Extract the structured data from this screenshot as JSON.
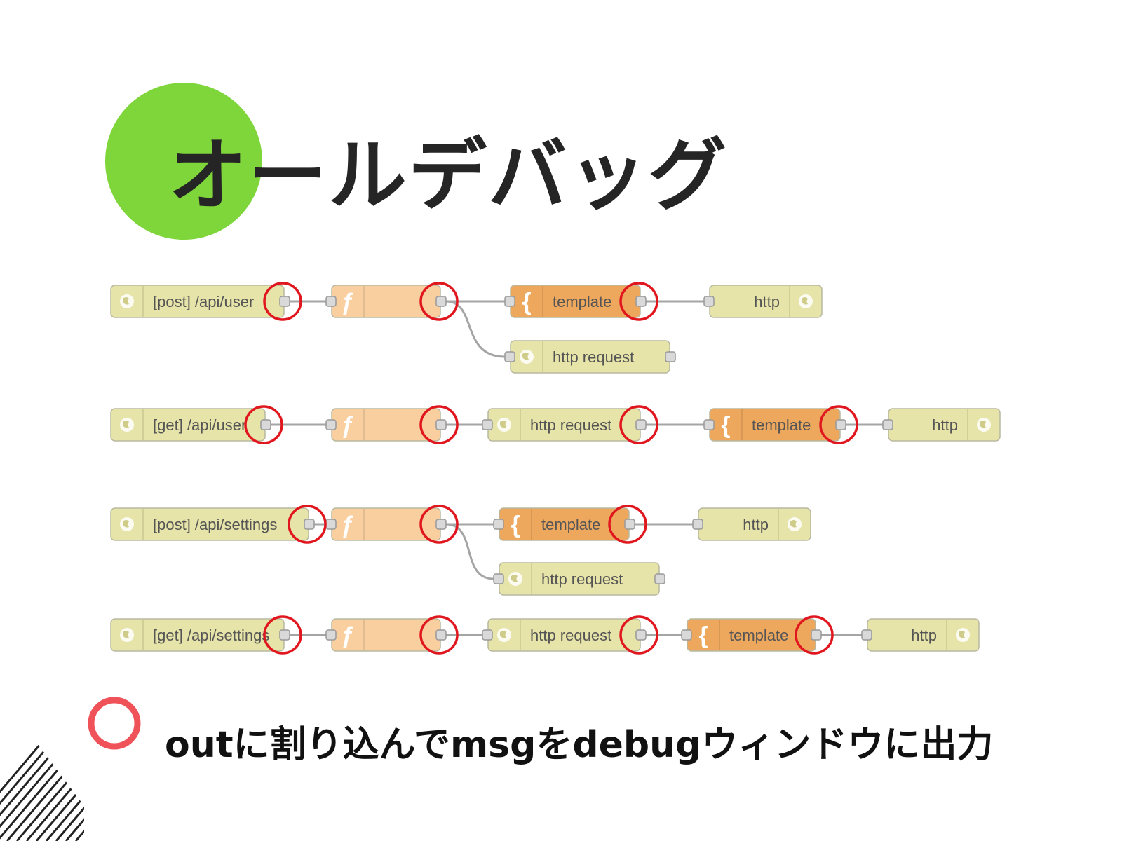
{
  "title": "オールデバッグ",
  "caption": "outに割り込んでmsgをdebugウィンドウに出力",
  "colors": {
    "accent_circle": "#7ed63a",
    "marker_red": "#e0171e",
    "legend_circle": "#f0525a",
    "node_http": "#e6e4a8",
    "node_function": "#f9cfa0",
    "node_template": "#eda85e",
    "port": "#d9d9d9",
    "wire": "#a5a5a5"
  },
  "flows": [
    {
      "name": "post-user-flow",
      "nodes": [
        {
          "id": "in",
          "type": "http-in",
          "label": "[post] /api/user"
        },
        {
          "id": "fn",
          "type": "function",
          "label": "",
          "icon": "ƒ"
        },
        {
          "id": "tpl",
          "type": "template",
          "label": "template",
          "icon": "{"
        },
        {
          "id": "out",
          "type": "http-response",
          "label": "http"
        },
        {
          "id": "req",
          "type": "http-request",
          "label": "http request"
        }
      ],
      "wires": [
        [
          "in",
          "fn"
        ],
        [
          "fn",
          "tpl"
        ],
        [
          "fn",
          "req"
        ],
        [
          "tpl",
          "out"
        ]
      ],
      "debug_markers": [
        "in",
        "fn",
        "tpl"
      ]
    },
    {
      "name": "get-user-flow",
      "nodes": [
        {
          "id": "in",
          "type": "http-in",
          "label": "[get] /api/user"
        },
        {
          "id": "fn",
          "type": "function",
          "label": "",
          "icon": "ƒ"
        },
        {
          "id": "req",
          "type": "http-request",
          "label": "http request"
        },
        {
          "id": "tpl",
          "type": "template",
          "label": "template",
          "icon": "{"
        },
        {
          "id": "out",
          "type": "http-response",
          "label": "http"
        }
      ],
      "wires": [
        [
          "in",
          "fn"
        ],
        [
          "fn",
          "req"
        ],
        [
          "req",
          "tpl"
        ],
        [
          "tpl",
          "out"
        ]
      ],
      "debug_markers": [
        "in",
        "fn",
        "req",
        "tpl"
      ]
    },
    {
      "name": "post-settings-flow",
      "nodes": [
        {
          "id": "in",
          "type": "http-in",
          "label": "[post] /api/settings"
        },
        {
          "id": "fn",
          "type": "function",
          "label": "",
          "icon": "ƒ"
        },
        {
          "id": "tpl",
          "type": "template",
          "label": "template",
          "icon": "{"
        },
        {
          "id": "out",
          "type": "http-response",
          "label": "http"
        },
        {
          "id": "req",
          "type": "http-request",
          "label": "http request"
        }
      ],
      "wires": [
        [
          "in",
          "fn"
        ],
        [
          "fn",
          "tpl"
        ],
        [
          "fn",
          "req"
        ],
        [
          "tpl",
          "out"
        ]
      ],
      "debug_markers": [
        "in",
        "fn",
        "tpl"
      ]
    },
    {
      "name": "get-settings-flow",
      "nodes": [
        {
          "id": "in",
          "type": "http-in",
          "label": "[get] /api/settings"
        },
        {
          "id": "fn",
          "type": "function",
          "label": "",
          "icon": "ƒ"
        },
        {
          "id": "req",
          "type": "http-request",
          "label": "http request"
        },
        {
          "id": "tpl",
          "type": "template",
          "label": "template",
          "icon": "{"
        },
        {
          "id": "out",
          "type": "http-response",
          "label": "http"
        }
      ],
      "wires": [
        [
          "in",
          "fn"
        ],
        [
          "fn",
          "req"
        ],
        [
          "req",
          "tpl"
        ],
        [
          "tpl",
          "out"
        ]
      ],
      "debug_markers": [
        "in",
        "fn",
        "req",
        "tpl"
      ]
    }
  ]
}
